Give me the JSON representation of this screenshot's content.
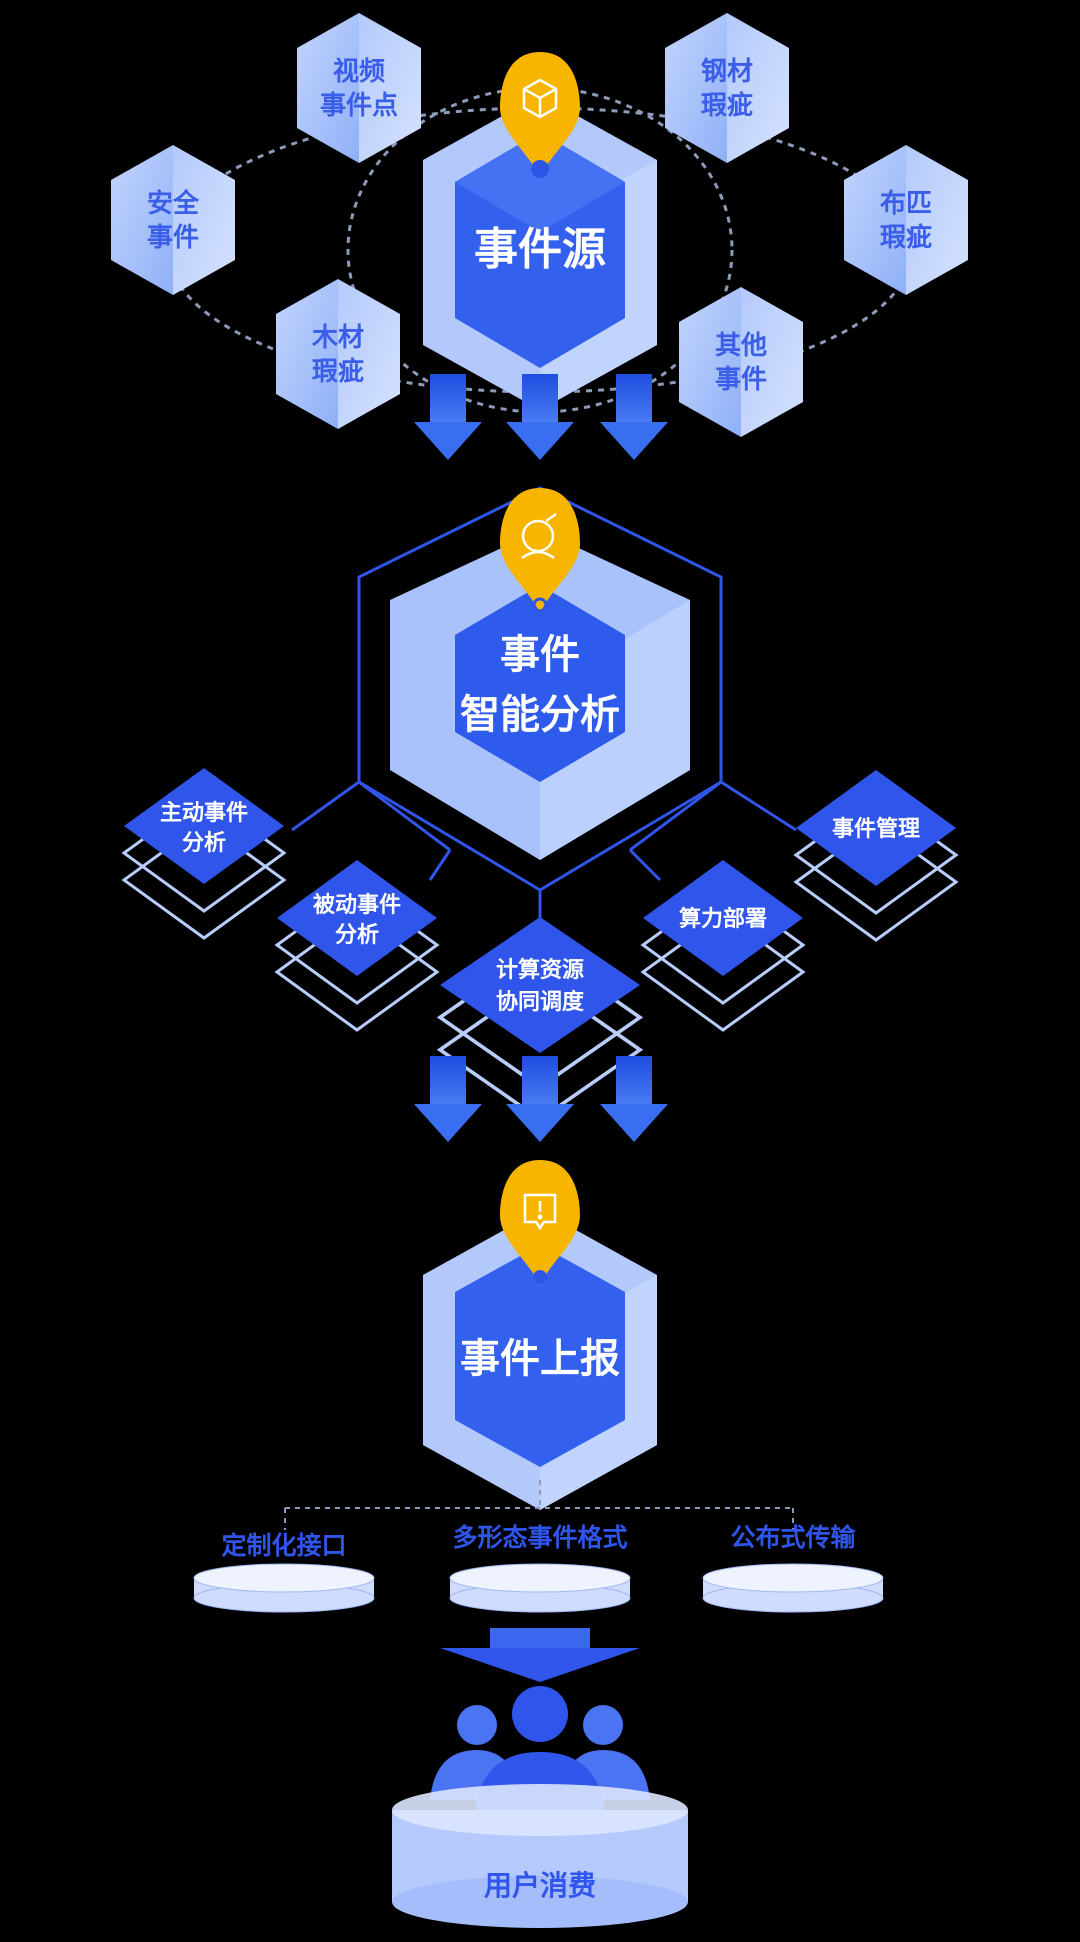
{
  "source": {
    "title": "事件源",
    "items": [
      {
        "line1": "视频",
        "line2": "事件点"
      },
      {
        "line1": "钢材",
        "line2": "瑕疵"
      },
      {
        "line1": "安全",
        "line2": "事件"
      },
      {
        "line1": "布匹",
        "line2": "瑕疵"
      },
      {
        "line1": "木材",
        "line2": "瑕疵"
      },
      {
        "line1": "其他",
        "line2": "事件"
      }
    ]
  },
  "analysis": {
    "title_line1": "事件",
    "title_line2": "智能分析",
    "modules": [
      {
        "line1": "主动事件",
        "line2": "分析"
      },
      {
        "line1": "事件管理",
        "line2": ""
      },
      {
        "line1": "被动事件",
        "line2": "分析"
      },
      {
        "line1": "算力部署",
        "line2": ""
      },
      {
        "line1": "计算资源",
        "line2": "协同调度"
      }
    ]
  },
  "report": {
    "title": "事件上报",
    "features": [
      "定制化接口",
      "多形态事件格式",
      "公布式传输"
    ]
  },
  "consumer": {
    "title": "用户消费"
  },
  "colors": {
    "primary": "#2f55ea",
    "light": "#a9c2fb",
    "pin": "#f7b500",
    "background": "#000000"
  }
}
